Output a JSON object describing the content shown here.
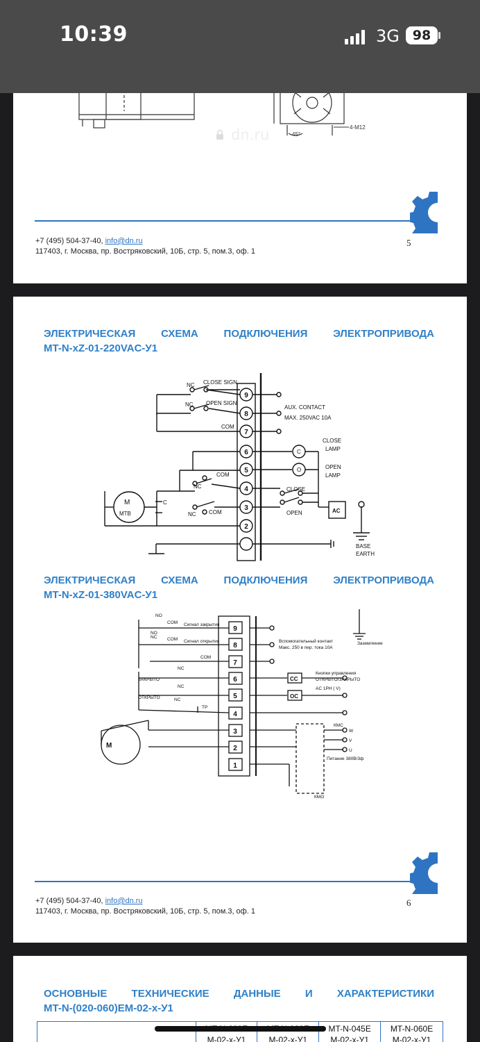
{
  "status": {
    "time": "10:39",
    "network": "3G",
    "battery": "98"
  },
  "browser": {
    "url": "dn.ru"
  },
  "page5": {
    "phone": "+7 (495) 504-37-40,",
    "email": "info@dn.ru",
    "address": "117403, г. Москва, пр. Востряковский, 10Б, стр. 5, пом.3, оф. 1",
    "page_number": "5",
    "drawing_labels": {
      "angle": "45°",
      "thread": "4-M12"
    }
  },
  "page6": {
    "heading1_words": [
      "ЭЛЕКТРИЧЕСКАЯ",
      "СХЕМА",
      "ПОДКЛЮЧЕНИЯ",
      "ЭЛЕКТРОПРИВОДА"
    ],
    "heading1_line2": "MT-N-xZ-01-220VAC-У1",
    "heading2_words": [
      "ЭЛЕКТРИЧЕСКАЯ",
      "СХЕМА",
      "ПОДКЛЮЧЕНИЯ",
      "ЭЛЕКТРОПРИВОДА"
    ],
    "heading2_line2": "MT-N-xZ-01-380VAC-У1",
    "diagram1": {
      "terminals": [
        "9",
        "8",
        "7",
        "6",
        "5",
        "4",
        "3",
        "2"
      ],
      "nc": "NC",
      "com": "COM",
      "close_sign": "CLOSE SIGN",
      "open_sign": "OPEN SIGN",
      "aux_contact": "AUX. CONTACT",
      "aux_rating": "MAX. 250VAC 10A",
      "close_lamp_1": "CLOSE",
      "close_lamp_2": "LAMP",
      "open_lamp_1": "OPEN",
      "open_lamp_2": "LAMP",
      "lamp_c": "C",
      "lamp_o": "O",
      "close": "CLOSE",
      "open": "OPEN",
      "ac": "AC",
      "base": "BASE",
      "earth": "EARTH",
      "motor_m": "M",
      "motor_mtb": "MTB",
      "cap": "C"
    },
    "diagram2": {
      "terminals": [
        "9",
        "8",
        "7",
        "6",
        "5",
        "4",
        "3",
        "2",
        "1"
      ],
      "no": "NO",
      "nc": "NC",
      "com": "COM",
      "signal_close": "Сигнал закрытия",
      "signal_open": "Сигнал открытия",
      "aux_1": "Вспомогательный контакт",
      "aux_2": "Макс. 250 в пер. тока 10А",
      "ground": "Заземление",
      "zakryto": "ЗАКРЫТО",
      "otkryto": "ОТКРЫТО",
      "tp": "TP",
      "buttons_1": "Кнопки управления",
      "buttons_2": "ОТКРЫТО/ЗАКРЫТО",
      "ac1ph": "AC   1PH  (   V)",
      "cc": "CC",
      "oc": "OC",
      "kmc": "КМС",
      "kmo": "КМО",
      "w": "W",
      "v": "V",
      "u": "U",
      "power": "Питание 380В/3ф",
      "motor": "M"
    },
    "phone": "+7 (495) 504-37-40,",
    "email": "info@dn.ru",
    "address": "117403, г. Москва, пр. Востряковский, 10Б, стр. 5, пом.3, оф. 1",
    "page_number": "6"
  },
  "page7": {
    "heading_words": [
      "ОСНОВНЫЕ",
      "ТЕХНИЧЕСКИЕ",
      "ДАННЫЕ",
      "И",
      "ХАРАКТЕРИСТИКИ"
    ],
    "heading_line2": "MT-N-(020-060)EM-02-х-У1",
    "table_headers": [
      {
        "line1": "MT-N-020E",
        "line2": "M-02-x-У1"
      },
      {
        "line1": "MT-N-030E",
        "line2": "M-02-x-У1"
      },
      {
        "line1": "MT-N-045E",
        "line2": "M-02-x-У1"
      },
      {
        "line1": "MT-N-060E",
        "line2": "M-02-x-У1"
      }
    ]
  },
  "colors": {
    "accent": "#2f80c8",
    "rule": "#2f74c2",
    "status_bg": "#4a4a4a"
  }
}
